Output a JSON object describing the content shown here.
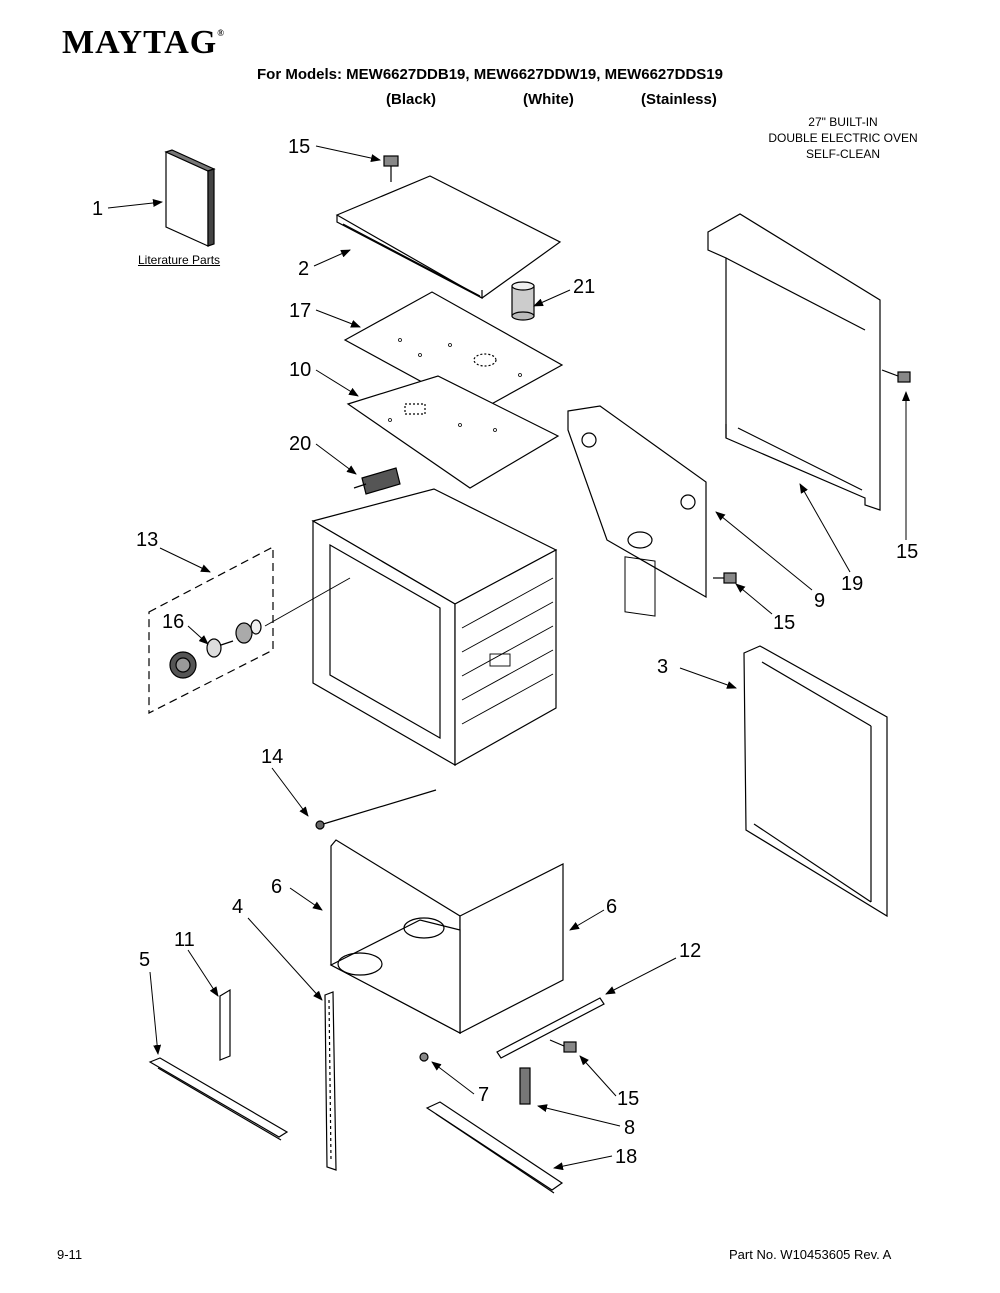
{
  "brand": "MAYTAG",
  "brand_mark": "®",
  "models_line": "For Models: MEW6627DDB19, MEW6627DDW19, MEW6627DDS19",
  "variants": [
    "(Black)",
    "(White)",
    "(Stainless)"
  ],
  "product": [
    "27\" BUILT-IN",
    "DOUBLE ELECTRIC OVEN",
    "SELF-CLEAN"
  ],
  "literature_label": "Literature Parts",
  "callouts": [
    "15",
    "1",
    "2",
    "21",
    "17",
    "10",
    "20",
    "13",
    "16",
    "9",
    "19",
    "15",
    "15",
    "3",
    "14",
    "6",
    "4",
    "6",
    "11",
    "5",
    "12",
    "7",
    "15",
    "8",
    "18"
  ],
  "footer": {
    "date": "9-11",
    "part_no": "Part No. W10453605 Rev. A"
  }
}
